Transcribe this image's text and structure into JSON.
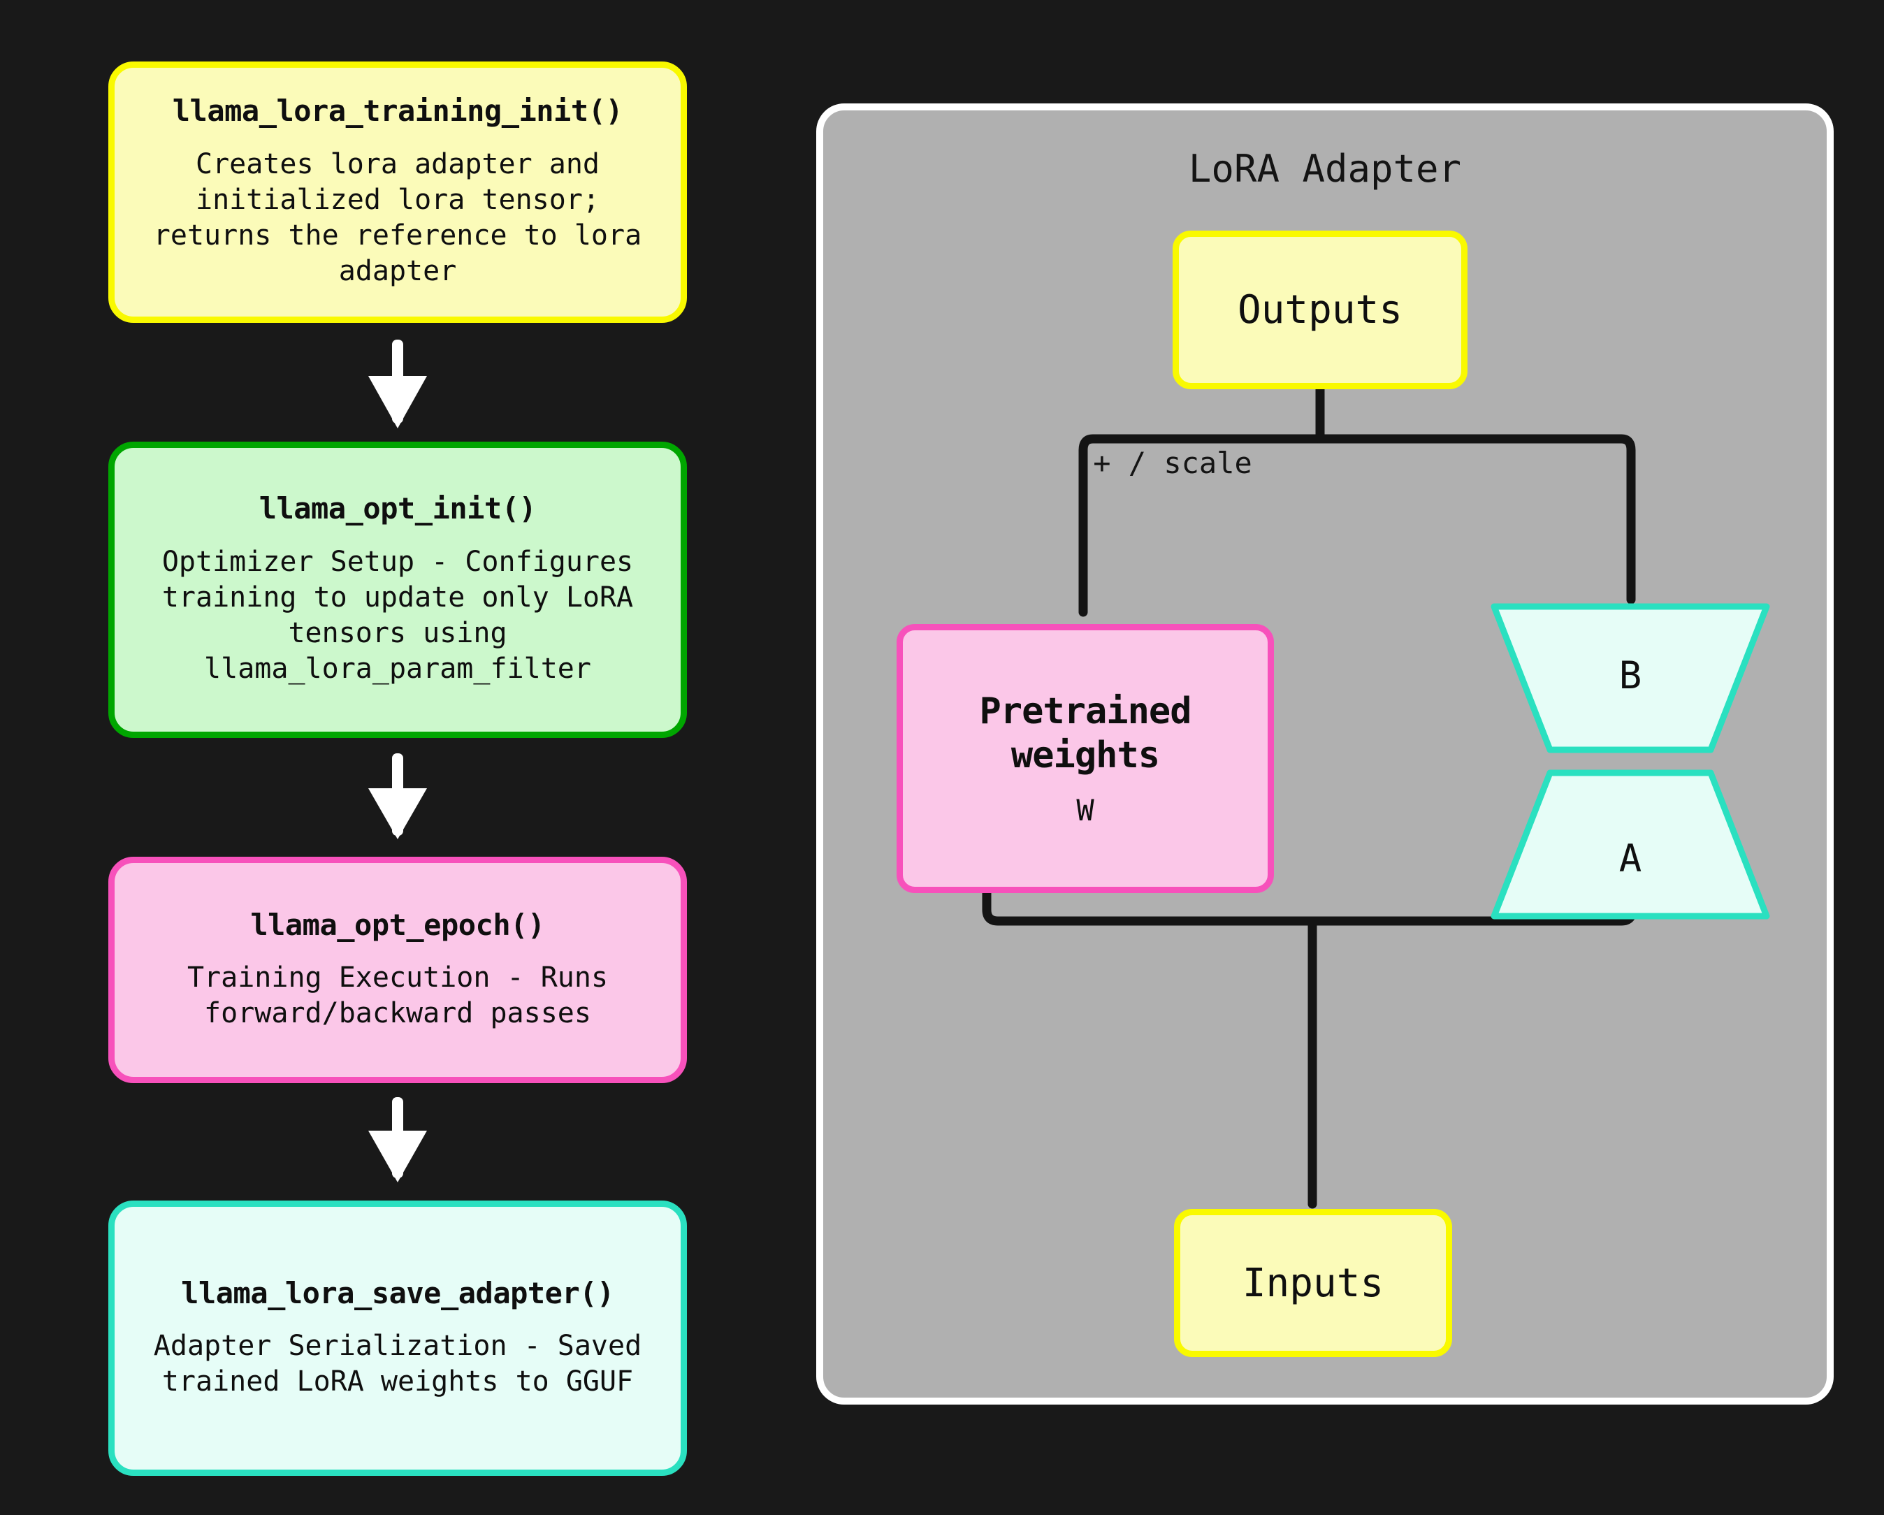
{
  "diagram": {
    "background_color": "#191919",
    "flow": {
      "steps": [
        {
          "id": "llama_lora_training_init",
          "title": "llama_lora_training_init()",
          "description": "Creates lora adapter and initialized lora tensor; returns the reference to lora adapter",
          "fill": "#fbfbb9",
          "border": "#f9f900"
        },
        {
          "id": "llama_opt_init",
          "title": "llama_opt_init()",
          "description": "Optimizer Setup - Configures training to update only LoRA tensors using llama_lora_param_filter",
          "fill": "#ccf8cc",
          "border": "#00a600"
        },
        {
          "id": "llama_opt_epoch",
          "title": "llama_opt_epoch()",
          "description": "Training Execution - Runs forward/backward passes",
          "fill": "#fbc7e8",
          "border": "#f751bb"
        },
        {
          "id": "llama_lora_save_adapter",
          "title": "llama_lora_save_adapter()",
          "description": "Adapter Serialization - Saved trained LoRA weights to GGUF",
          "fill": "#e6fdf7",
          "border": "#2ae0c0"
        }
      ],
      "arrow_color": "#ffffff"
    },
    "panel": {
      "title": "LoRA Adapter",
      "background": "#b0b0b0",
      "border": "#ffffff",
      "nodes": {
        "outputs": {
          "label": "Outputs",
          "fill": "#fbfbb9",
          "border": "#f9f900"
        },
        "inputs": {
          "label": "Inputs",
          "fill": "#fbfbb9",
          "border": "#f9f900"
        },
        "pretrained": {
          "line1": "Pretrained",
          "line2": "weights",
          "symbol": "W",
          "fill": "#fbc7e8",
          "border": "#f751bb"
        },
        "matrix_b": {
          "label": "B",
          "fill": "#e6fdf7",
          "border": "#2ae0c0",
          "shape": "trapezoid-inverted"
        },
        "matrix_a": {
          "label": "A",
          "fill": "#e6fdf7",
          "border": "#2ae0c0",
          "shape": "trapezoid"
        }
      },
      "edge_labels": {
        "merge": "+ / scale"
      },
      "wire_color": "#141414"
    }
  }
}
